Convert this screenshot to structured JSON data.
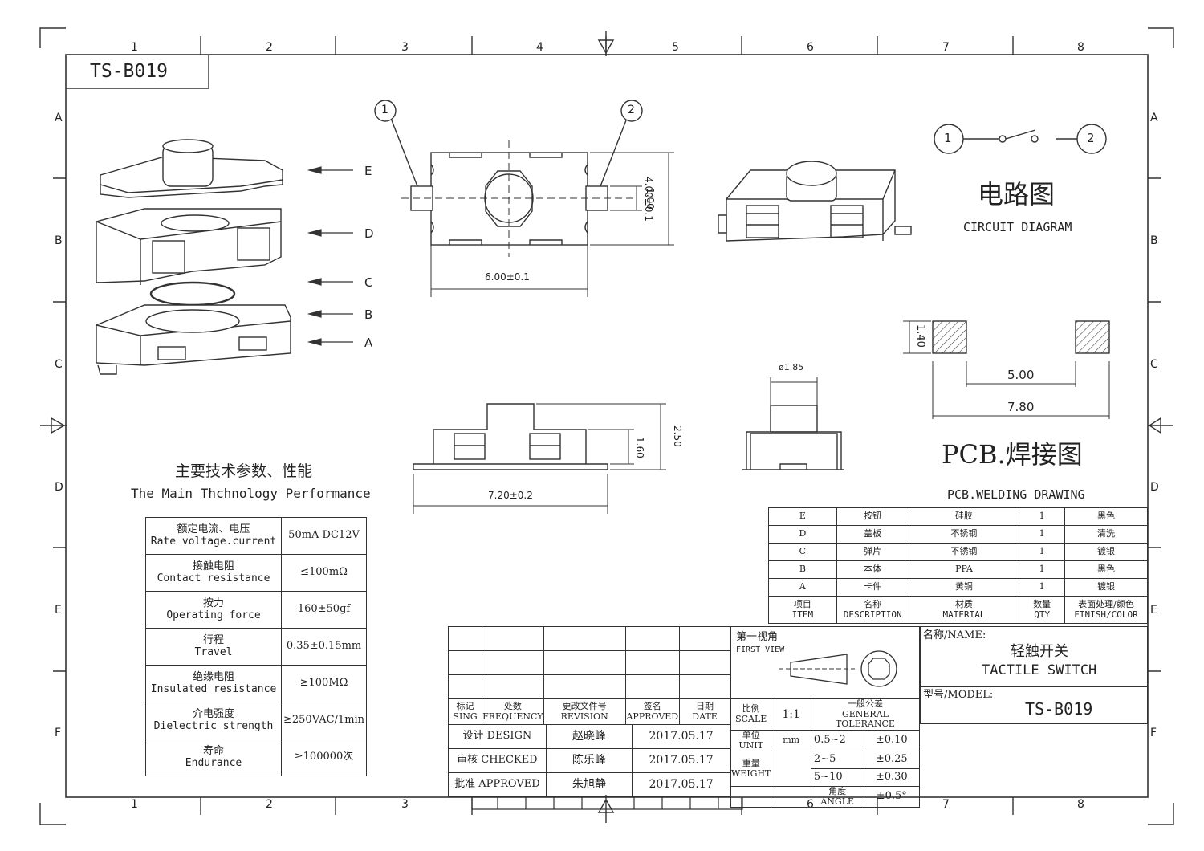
{
  "drawing": {
    "part_number": "TS-B019",
    "col_numbers": [
      "1",
      "2",
      "3",
      "4",
      "5",
      "6",
      "7",
      "8"
    ],
    "row_letters": [
      "A",
      "B",
      "C",
      "D",
      "E",
      "F"
    ]
  },
  "exploded": {
    "labels": [
      "E",
      "D",
      "C",
      "B",
      "A"
    ]
  },
  "top_view": {
    "pin1": "1",
    "pin2": "2",
    "dim_width": "6.00±0.1",
    "dim_height": "4.00±0.1",
    "dim_pin": "1.00"
  },
  "side_view": {
    "dim_width": "7.20±0.2",
    "dim_body": "1.60",
    "dim_total": "2.50"
  },
  "end_view": {
    "dim_dia": "ø1.85"
  },
  "circuit": {
    "pin1": "1",
    "pin2": "2",
    "title_cn": "电路图",
    "title_en": "CIRCUIT DIAGRAM"
  },
  "pcb": {
    "pad_size": "1.40",
    "dim_inner": "5.00",
    "dim_outer": "7.80",
    "title_cn": "PCB.焊接图",
    "title_en": "PCB.WELDING DRAWING"
  },
  "performance": {
    "title_cn": "主要技术参数、性能",
    "title_en": "The Main Thchnology Performance",
    "rows": [
      {
        "cn": "额定电流、电压",
        "en": "Rate voltage.current",
        "value": "50mA DC12V"
      },
      {
        "cn": "接触电阻",
        "en": "Contact resistance",
        "value": "≤100mΩ"
      },
      {
        "cn": "按力",
        "en": "Operating force",
        "value": "160±50gf"
      },
      {
        "cn": "行程",
        "en": "Travel",
        "value": "0.35±0.15mm"
      },
      {
        "cn": "绝缘电阻",
        "en": "Insulated resistance",
        "value": "≥100MΩ"
      },
      {
        "cn": "介电强度",
        "en": "Dielectric strength",
        "value": "≥250VAC/1min"
      },
      {
        "cn": "寿命",
        "en": "Endurance",
        "value": "≥100000次"
      }
    ]
  },
  "bom": {
    "rows": [
      {
        "item": "E",
        "desc": "按钮",
        "material": "硅胶",
        "qty": "1",
        "finish": "黑色"
      },
      {
        "item": "D",
        "desc": "盖板",
        "material": "不锈钢",
        "qty": "1",
        "finish": "清洗"
      },
      {
        "item": "C",
        "desc": "弹片",
        "material": "不锈钢",
        "qty": "1",
        "finish": "镀银"
      },
      {
        "item": "B",
        "desc": "本体",
        "material": "PPA",
        "qty": "1",
        "finish": "黑色"
      },
      {
        "item": "A",
        "desc": "卡件",
        "material": "黄铜",
        "qty": "1",
        "finish": "镀银"
      }
    ],
    "header": {
      "item_cn": "项目",
      "item_en": "ITEM",
      "desc_cn": "名称",
      "desc_en": "DESCRIPTION",
      "material_cn": "材质",
      "material_en": "MATERIAL",
      "qty_cn": "数量",
      "qty_en": "QTY",
      "finish_cn": "表面处理/颜色",
      "finish_en": "FINISH/COLOR"
    }
  },
  "title_block": {
    "rev_headers": {
      "sign_cn": "标记",
      "sign_en": "SING",
      "freq_cn": "处数",
      "freq_en": "FREQUENCY",
      "rev_cn": "更改文件号",
      "rev_en": "REVISION",
      "appr_cn": "签名",
      "appr_en": "APPROVED",
      "date_cn": "日期",
      "date_en": "DATE"
    },
    "first_view_cn": "第一视角",
    "first_view_en": "FIRST VIEW",
    "scale_cn": "比例",
    "scale_en": "SCALE",
    "scale_value": "1:1",
    "tol_cn": "一般公差",
    "tol_en": "GENERAL TOLERANCE",
    "unit_cn": "单位",
    "unit_en": "UNIT",
    "unit_value": "mm",
    "weight_cn": "重量",
    "weight_en": "WEIGHT",
    "angle_cn": "角度",
    "angle_en": "ANGLE",
    "tolerances": [
      {
        "range": "0.5~2",
        "value": "±0.10"
      },
      {
        "range": "2~5",
        "value": "±0.25"
      },
      {
        "range": "5~10",
        "value": "±0.30"
      },
      {
        "range": "",
        "value": "±0.5°"
      }
    ],
    "signoffs": [
      {
        "role": "设计 DESIGN",
        "name": "赵晓峰",
        "date": "2017.05.17"
      },
      {
        "role": "审核 CHECKED",
        "name": "陈乐峰",
        "date": "2017.05.17"
      },
      {
        "role": "批准 APPROVED",
        "name": "朱旭静",
        "date": "2017.05.17"
      }
    ],
    "name_label": "名称/NAME:",
    "name_cn": "轻触开关",
    "name_en": "TACTILE SWITCH",
    "model_label": "型号/MODEL:",
    "model_value": "TS-B019"
  }
}
